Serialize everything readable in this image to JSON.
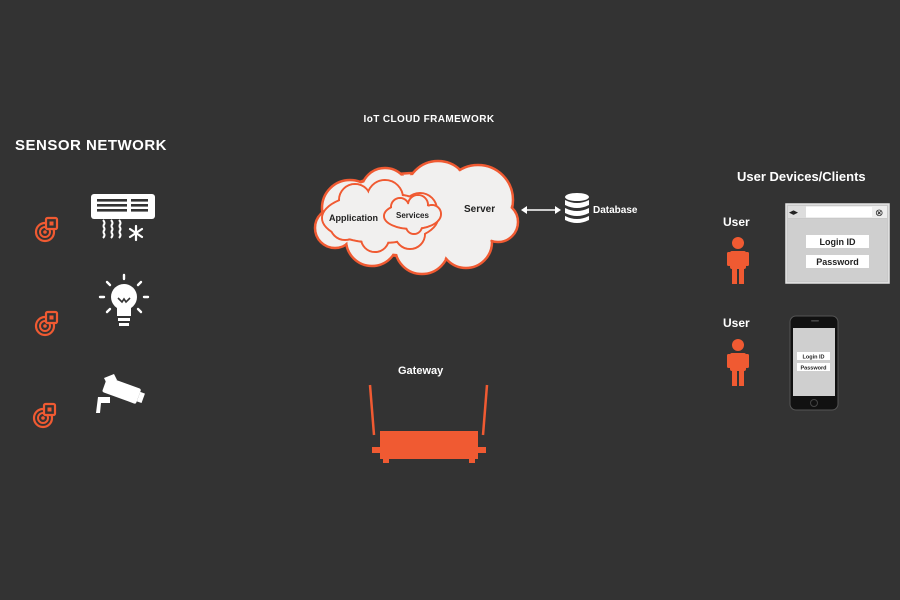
{
  "sensor_network": {
    "title": "SENSOR NETWORK",
    "devices": [
      {
        "icon": "air-conditioner-icon"
      },
      {
        "icon": "light-bulb-icon"
      },
      {
        "icon": "security-camera-icon"
      }
    ]
  },
  "cloud": {
    "title": "IoT CLOUD FRAMEWORK",
    "application_label": "Application",
    "services_label": "Services",
    "server_label": "Server",
    "database_label": "Database"
  },
  "gateway": {
    "label": "Gateway"
  },
  "clients": {
    "title": "User Devices/Clients",
    "users": [
      {
        "label": "User",
        "device": "browser-window"
      },
      {
        "label": "User",
        "device": "smartphone"
      }
    ],
    "browser": {
      "login_label": "Login ID",
      "password_label": "Password",
      "nav_glyph": "◂▸",
      "close_glyph": "⊗"
    },
    "phone": {
      "login_label": "Login ID",
      "password_label": "Password"
    }
  },
  "colors": {
    "background": "#333333",
    "accent": "#f05a32",
    "foreground": "#ffffff",
    "cloud_fill": "#f1f0ef"
  }
}
